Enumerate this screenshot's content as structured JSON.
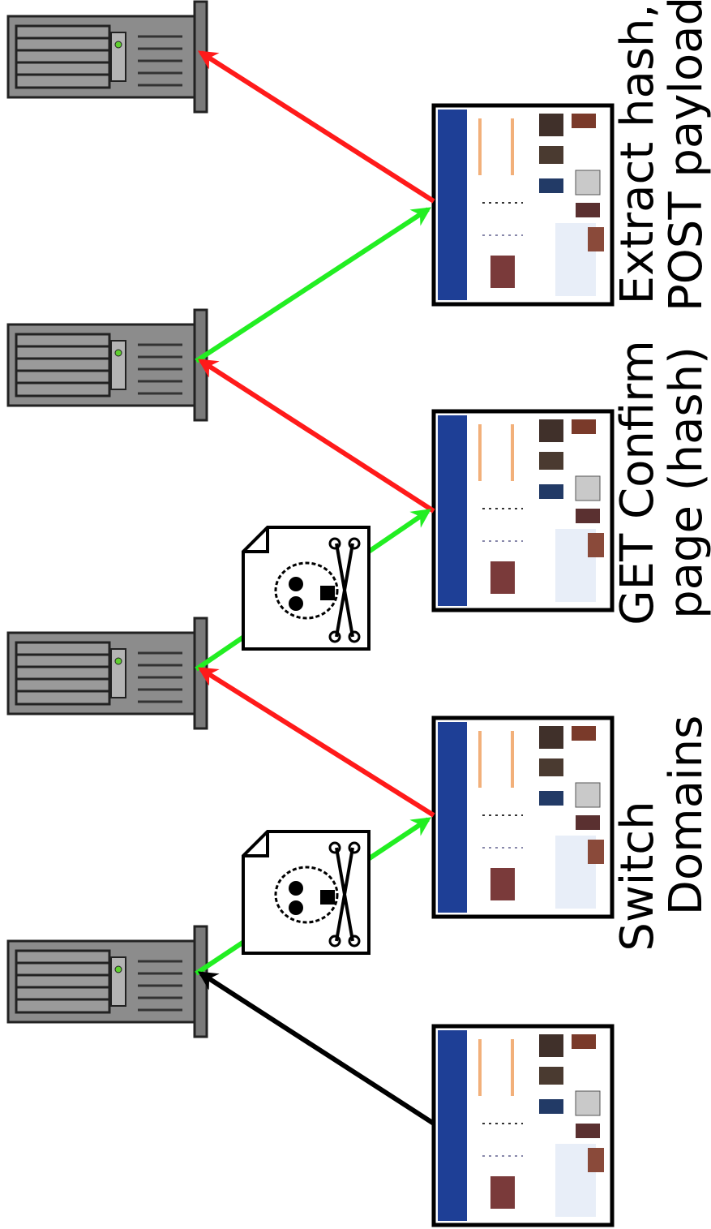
{
  "labels": {
    "step1": [
      "Switch",
      "Domains"
    ],
    "step2": [
      "GET Confirm",
      "page (hash)"
    ],
    "step3": [
      "Extract hash,",
      "POST payload"
    ]
  },
  "colors": {
    "request_arrow": "#ff1a1a",
    "response_arrow": "#22ee22",
    "initial_arrow": "#000000",
    "server_body": "#8c8c8c",
    "page_header": "#1e3f96"
  },
  "icons": {
    "server": "server-icon",
    "page": "browser-page-icon",
    "malicious_file": "skull-crossbones-file-icon"
  }
}
